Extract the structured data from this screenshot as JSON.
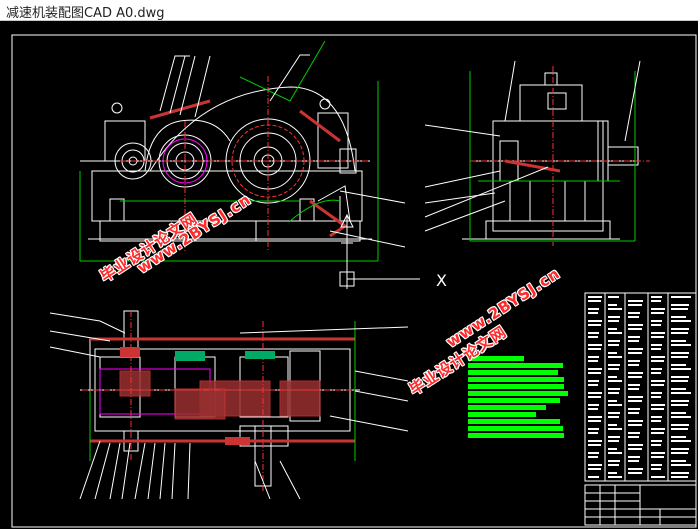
{
  "window": {
    "title": "减速机装配图CAD A0.dwg"
  },
  "watermarks": [
    {
      "line1": "毕业设计论文网",
      "line2": "www.2BYSJ.cn"
    },
    {
      "line1": "毕业设计论文网",
      "line2": "www.2BYSJ.cn"
    }
  ],
  "ucs": {
    "axis_x": "X"
  },
  "colors": {
    "background": "#000000",
    "outline": "#ffffff",
    "dimension": "#00cc00",
    "centerline": "#ff3030",
    "section": "#cc3333",
    "accent": "#ff00ff",
    "notes": "#00ff00"
  }
}
